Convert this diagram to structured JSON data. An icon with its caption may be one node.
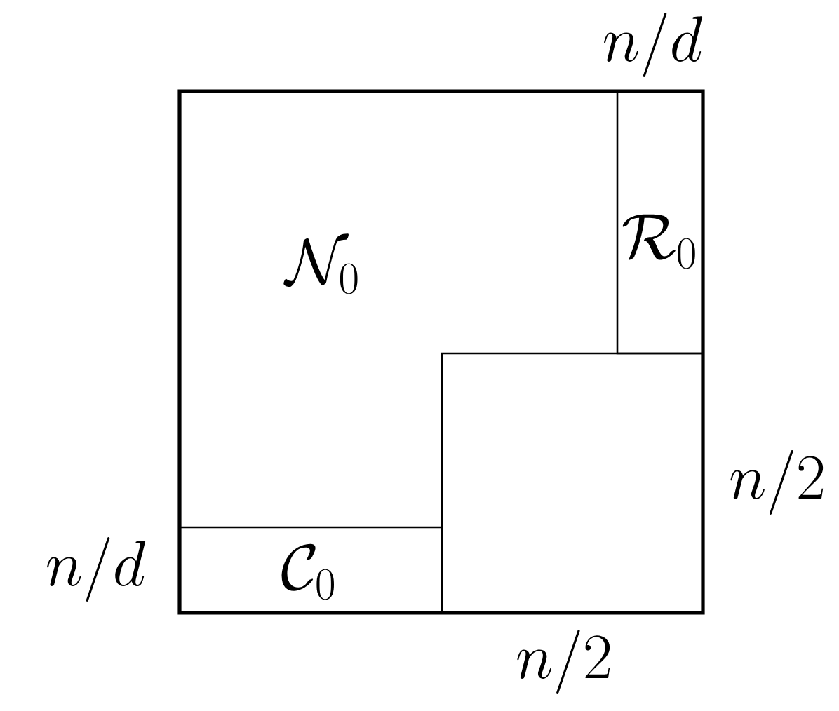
{
  "diagram": {
    "nodes": [
      {
        "text": [
          "\\mathcal{N}_0"
        ]
      },
      {
        "text": [
          "\\mathcal{R}_0"
        ],
        "in": 0
      },
      {
        "text": [
          "\\mathcal{C}_0"
        ],
        "in": 0
      },
      {
        "text": [],
        "shape": "box",
        "in": 0
      }
    ],
    "labels": [
      "n/d",
      "n/2",
      "n/d",
      "n/2"
    ]
  }
}
